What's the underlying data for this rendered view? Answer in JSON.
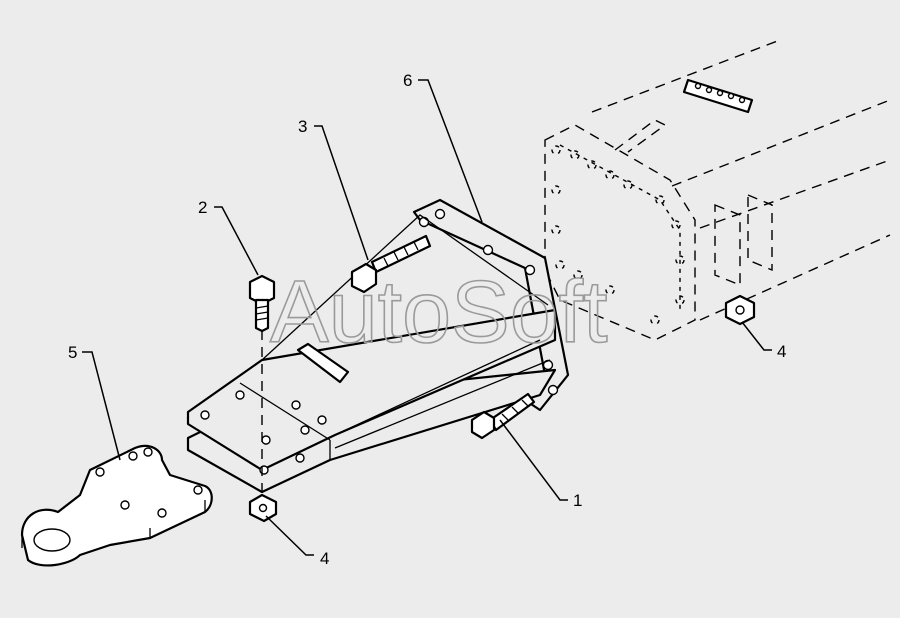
{
  "diagram": {
    "watermark": "AutoSoft",
    "callouts": [
      {
        "id": "c1",
        "label": "1"
      },
      {
        "id": "c2",
        "label": "2"
      },
      {
        "id": "c3",
        "label": "3"
      },
      {
        "id": "c4a",
        "label": "4"
      },
      {
        "id": "c4b",
        "label": "4"
      },
      {
        "id": "c5",
        "label": "5"
      },
      {
        "id": "c6",
        "label": "6"
      }
    ]
  }
}
